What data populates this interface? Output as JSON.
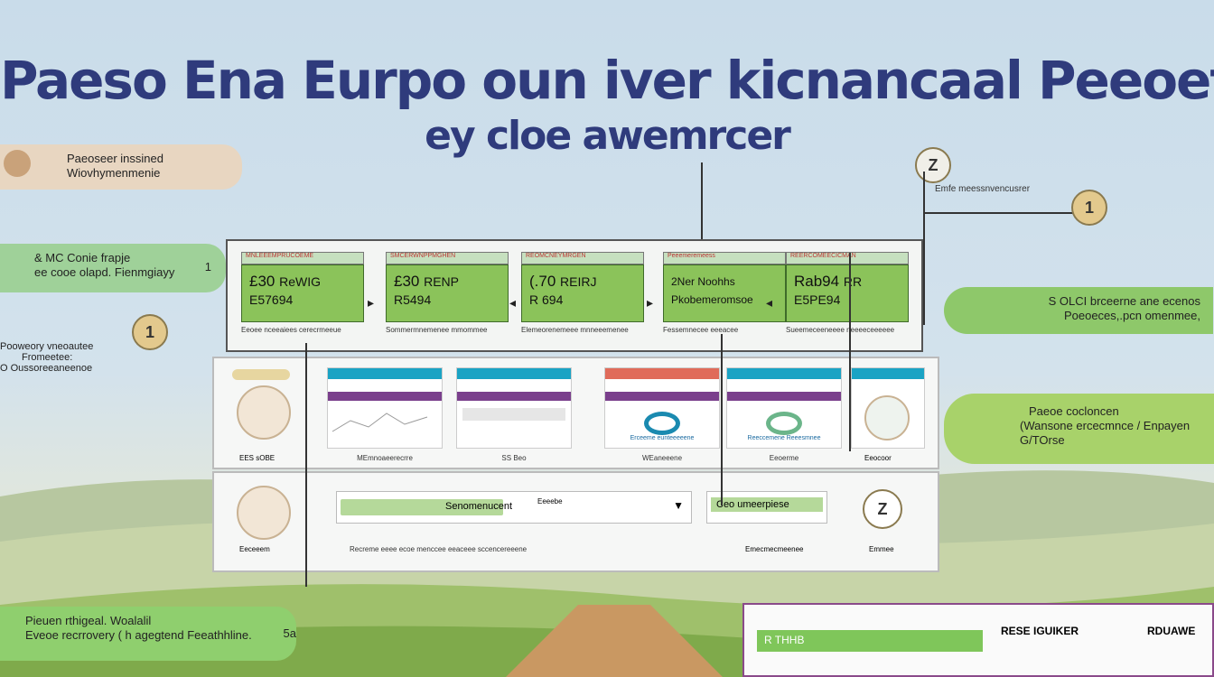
{
  "header": {
    "title": "Paeso Ena Eurpo oun iver kicnancaal Peeoet",
    "subtitle": "ey cloe awemrcer"
  },
  "left": {
    "callout1_title": "Paeoseer inssined",
    "callout1_sub": "Wiovhymenmenie",
    "callout2_title": "& MC Conie frapje",
    "callout2_sub": "ee cooe olapd. Fienmgiayy",
    "callout2_badge": "1 ",
    "badge_num": "1",
    "note_line1": "Pooweory vneoautee",
    "note_line2": "Fromeetee:",
    "note_line3": "O Oussoreeaneenoe",
    "bottom_line1": "Pieuen rthigeal. Woalalil",
    "bottom_line2": "Eveoe recrrovery ( h agegtend Feeathhline.",
    "bottom_badge": "5a"
  },
  "right": {
    "top_badge": "Z",
    "top_caption": "Emfe meessnvencusrer",
    "side_badge": "1",
    "callout1_line1": "S OLCI brceerne ane ecenos",
    "callout1_line2": "Poeoeces,.pcn omenmee,",
    "callout2_line1": "Paeoe cocloncen",
    "callout2_line2": "(Wansone ercecmnce / Enpayen G/TOrse",
    "bottom_badge": "Z"
  },
  "kpis": [
    {
      "tab": "MNLEEEMPRUCOEME",
      "value1": "£30",
      "unit": "ReWIG",
      "value2": "E57694",
      "caption": "Eeoee nceeaiees cerecrmeeue"
    },
    {
      "tab": "SMCERWNPPMGHEN",
      "value1": "£30",
      "unit": "RENP",
      "value2": "R5494",
      "caption": "Sommermnemenee mmommee"
    },
    {
      "tab": "REOMCNEYMRGEN",
      "value1": "(.70",
      "unit": "REIRJ",
      "value2": "R 694",
      "caption": "Elemeorenemeee mnneeemenee"
    },
    {
      "tab": "Peeemeremeess",
      "value1": "2Ner Noohhs",
      "unit": "",
      "value2": "Pkobemeromsoe",
      "caption": "Fessemnecee eeeacee"
    },
    {
      "tab": "REERCOMEECICMAN",
      "value1": "Rab94",
      "unit": "RR",
      "value2": "E5PE94",
      "caption": "Sueemeceeneeee neeeeceeeeee"
    }
  ],
  "middle": {
    "icon_caption": "EES sOBE",
    "card1_caption": "MEmnoaeerecrre",
    "card2_caption": "SS Beo",
    "card3_caption": "WEaneeene",
    "card3_label": "Erceeme eunteeeeene",
    "card4_caption": "Eeoerme",
    "card4_label": "Reeccemene Reeesmnee",
    "icon2_caption": "Eeocoor"
  },
  "bottom_row": {
    "icon_caption": "Eeceeem",
    "bar_label": "Senomenucent",
    "bar_label2": "Eeeebe",
    "caption": "Recreme eeee ecoe menccee eeaceee sccencereeene",
    "box_label": "Ceo umeerpiese",
    "box_caption": "Emecmecmeenee",
    "icon2_caption": "Emmee"
  },
  "bottom_card": {
    "tag": "R THHB",
    "col1_title": "RESE IGUIKER",
    "col2_title": "RDUAWE"
  }
}
